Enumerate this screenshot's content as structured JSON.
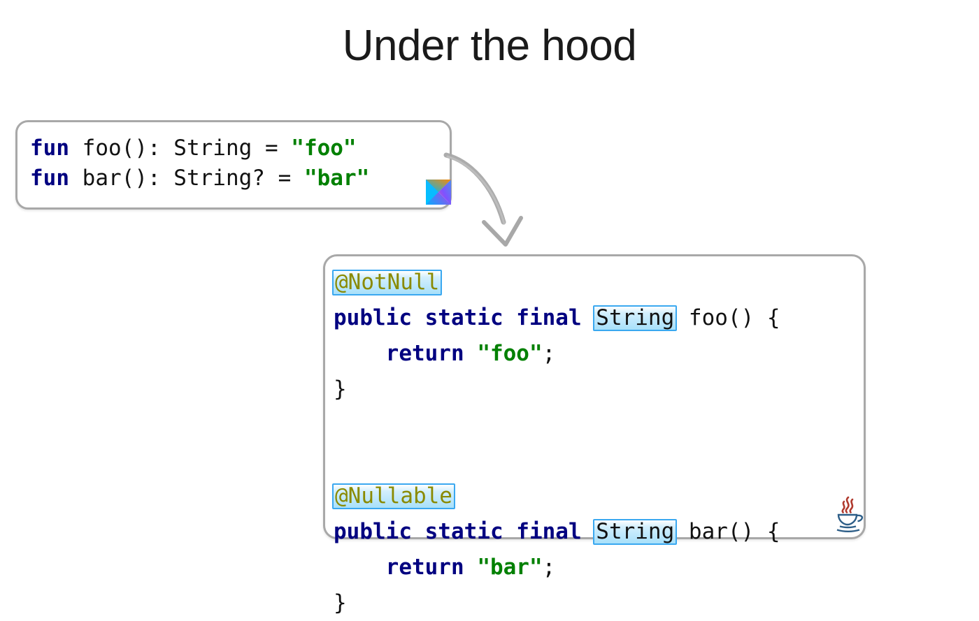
{
  "slide": {
    "title": "Under the hood",
    "background_color": "#ffffff"
  },
  "colors": {
    "keyword": "#000080",
    "string": "#008000",
    "annotation": "#8a8a00",
    "highlight_border": "#3aa8f0",
    "highlight_fill": "#a8e0fa",
    "card_border": "#a8a8a8",
    "title_text": "#1a1a1a"
  },
  "kotlin_card": {
    "language": "Kotlin",
    "logo": "kotlin-logo",
    "lines": [
      {
        "tokens": [
          {
            "text": "fun",
            "style": "kw"
          },
          {
            "text": " foo(): String = ",
            "style": "plain"
          },
          {
            "text": "\"foo\"",
            "style": "str"
          }
        ]
      },
      {
        "tokens": [
          {
            "text": "fun",
            "style": "kw"
          },
          {
            "text": " bar(): String? = ",
            "style": "plain"
          },
          {
            "text": "\"bar\"",
            "style": "str"
          }
        ]
      }
    ],
    "plain_text": "fun foo(): String = \"foo\"\nfun bar(): String? = \"bar\""
  },
  "java_card": {
    "language": "Java",
    "logo": "java-logo",
    "lines": [
      {
        "tokens": [
          {
            "text": "@NotNull",
            "style": "ann",
            "highlight": true
          }
        ]
      },
      {
        "tokens": [
          {
            "text": "public static final",
            "style": "kw"
          },
          {
            "text": " ",
            "style": "plain"
          },
          {
            "text": "String",
            "style": "plain",
            "highlight": true
          },
          {
            "text": " foo() {",
            "style": "plain"
          }
        ]
      },
      {
        "tokens": [
          {
            "text": "    ",
            "style": "plain"
          },
          {
            "text": "return",
            "style": "kw"
          },
          {
            "text": " ",
            "style": "plain"
          },
          {
            "text": "\"foo\"",
            "style": "str"
          },
          {
            "text": ";",
            "style": "plain"
          }
        ]
      },
      {
        "tokens": [
          {
            "text": "}",
            "style": "plain"
          }
        ]
      },
      {
        "blank": true,
        "tokens": []
      },
      {
        "tokens": [
          {
            "text": "@Nullable",
            "style": "ann",
            "highlight": true
          }
        ]
      },
      {
        "tokens": [
          {
            "text": "public static final",
            "style": "kw"
          },
          {
            "text": " ",
            "style": "plain"
          },
          {
            "text": "String",
            "style": "plain",
            "highlight": true
          },
          {
            "text": " bar() {",
            "style": "plain"
          }
        ]
      },
      {
        "tokens": [
          {
            "text": "    ",
            "style": "plain"
          },
          {
            "text": "return",
            "style": "kw"
          },
          {
            "text": " ",
            "style": "plain"
          },
          {
            "text": "\"bar\"",
            "style": "str"
          },
          {
            "text": ";",
            "style": "plain"
          }
        ]
      },
      {
        "tokens": [
          {
            "text": "}",
            "style": "plain"
          }
        ]
      }
    ],
    "plain_text": "@NotNull\npublic static final String foo() {\n    return \"foo\";\n}\n\n@Nullable\npublic static final String bar() {\n    return \"bar\";\n}"
  },
  "arrow": {
    "name": "compiles-to-arrow",
    "direction": "down-right",
    "color": "#a8a8a8"
  }
}
